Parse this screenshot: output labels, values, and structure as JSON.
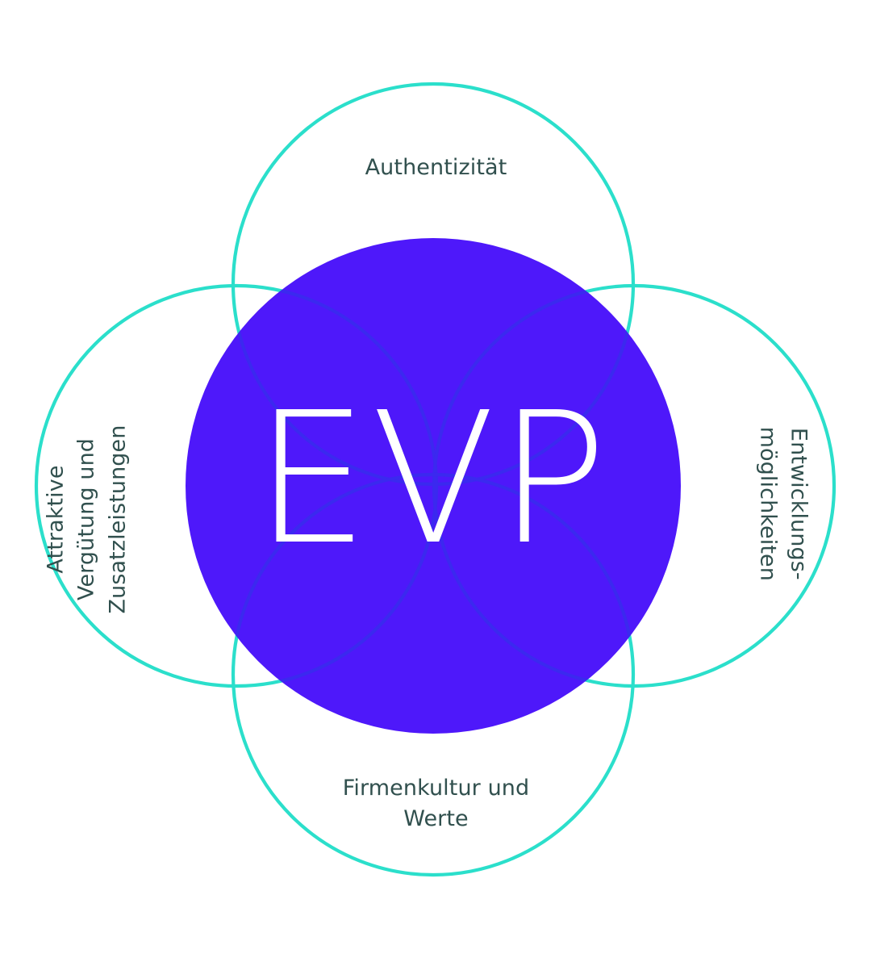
{
  "diagram": {
    "type": "venn-four-petal",
    "title": "EVP",
    "center": {
      "label": "EVP",
      "fill_color": "#4E18FA",
      "text_color": "#FFFFFF"
    },
    "style": {
      "background_color": "#FFFFFF",
      "petal_stroke_color": "#2BDFCB",
      "petal_stroke_width": 4.2,
      "label_text_color": "#31504E",
      "overlap_line_color": "#3B29EF"
    },
    "petals": [
      {
        "position": "top",
        "label": "Authentizität",
        "orientation": "horizontal"
      },
      {
        "position": "left",
        "label": "Attraktive\nVergütung und\nZusatzleistungen",
        "orientation": "rotated-ccw-90"
      },
      {
        "position": "right",
        "label": "Entwicklungs-\nmöglichkeiten",
        "orientation": "rotated-cw-90"
      },
      {
        "position": "bottom",
        "label": "Firmenkultur und\nWerte",
        "orientation": "horizontal"
      }
    ]
  }
}
